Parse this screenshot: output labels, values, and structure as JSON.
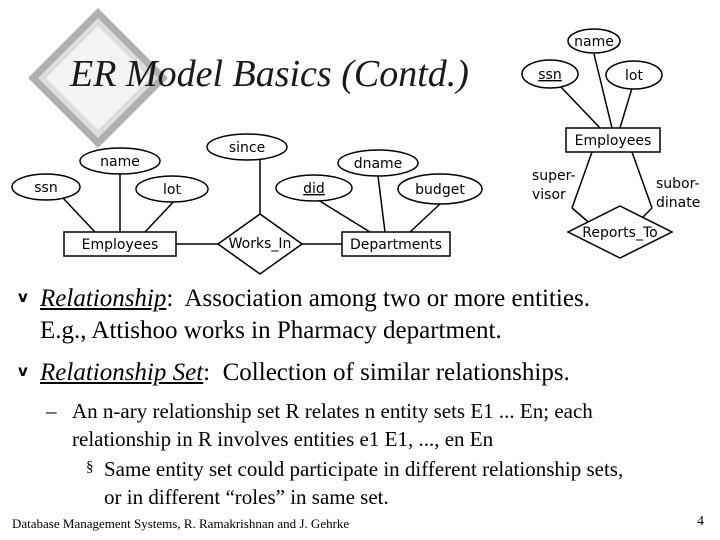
{
  "title": "ER Model Basics (Contd.)",
  "diagram_left": {
    "attributes": {
      "name": "name",
      "ssn": "ssn",
      "lot": "lot",
      "since": "since",
      "did": "did",
      "dname": "dname",
      "budget": "budget"
    },
    "entities": {
      "employees": "Employees",
      "departments": "Departments"
    },
    "relationship": "Works_In"
  },
  "diagram_right": {
    "attributes": {
      "name": "name",
      "ssn": "ssn",
      "lot": "lot"
    },
    "entity": "Employees",
    "relationship": "Reports_To",
    "roles": {
      "supervisor_line1": "super-",
      "supervisor_line2": "visor",
      "subordinate_line1": "subor-",
      "subordinate_line2": "dinate"
    }
  },
  "bullets": [
    {
      "term": "Relationship",
      "colon": ":",
      "text": "Association among two or more entities.",
      "continuation": "E.g., Attishoo works in Pharmacy department."
    },
    {
      "term": "Relationship Set",
      "colon": ":",
      "text": "Collection of similar relationships."
    }
  ],
  "sub_bullet": {
    "dash": "–",
    "line1": "An n-ary relationship set  R relates n entity sets E1 ... En; each",
    "line2": "relationship in R involves entities e1    E1, ..., en     En"
  },
  "sub_sub_bullet": {
    "marker": "§",
    "line1": "Same entity set could participate in different relationship sets,",
    "line2": "or in different “roles” in same set."
  },
  "bullet_marker": "v",
  "footer": "Database Management Systems, R. Ramakrishnan and J. Gehrke",
  "page_number": "4"
}
